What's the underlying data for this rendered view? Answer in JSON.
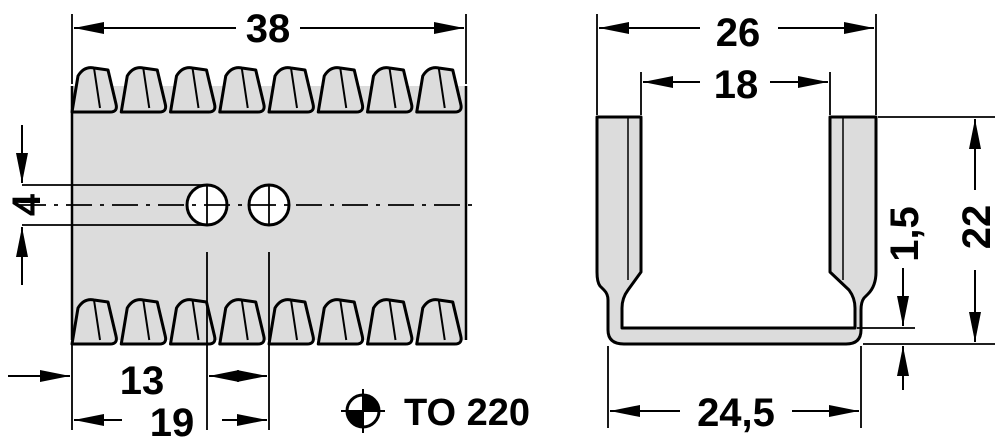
{
  "front_view": {
    "dim_overall_length": "38",
    "dim_slot_width": "4",
    "dim_hole_to_hole": "13",
    "dim_edge_to_hole": "19"
  },
  "side_view": {
    "dim_outer_width": "26",
    "dim_inner_width": "18",
    "dim_height": "22",
    "dim_thickness": "1,5",
    "dim_base_width": "24,5"
  },
  "package_note": {
    "label": "TO 220",
    "symbol": "mounting-cross-icon"
  }
}
